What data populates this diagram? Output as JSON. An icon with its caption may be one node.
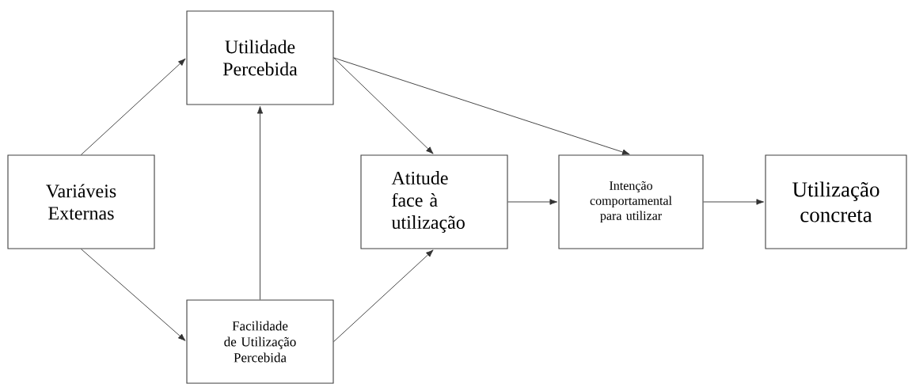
{
  "diagram": {
    "nodes": [
      {
        "text": [
          "Variáveis Externas"
        ]
      },
      {
        "text": [
          "Utilidade Percebida"
        ]
      },
      {
        "text": [
          "Facilidade de Utilização Percebida"
        ]
      },
      {
        "text": [
          "Atitude face à utilização"
        ]
      },
      {
        "text": [
          "Intenção comportamental para utilizar"
        ]
      },
      {
        "text": [
          "Utilização concreta"
        ]
      }
    ],
    "edges": [
      {
        "from": 0,
        "to": 1,
        "arrow": "to"
      },
      {
        "from": 0,
        "to": 2,
        "arrow": "to"
      },
      {
        "from": 2,
        "to": 1,
        "arrow": "to"
      },
      {
        "from": 1,
        "to": 3,
        "arrow": "to"
      },
      {
        "from": 2,
        "to": 3,
        "arrow": "to"
      },
      {
        "from": 1,
        "to": 4,
        "arrow": "to"
      },
      {
        "from": 3,
        "to": 4,
        "arrow": "to"
      },
      {
        "from": 4,
        "to": 5,
        "arrow": "to"
      }
    ]
  }
}
